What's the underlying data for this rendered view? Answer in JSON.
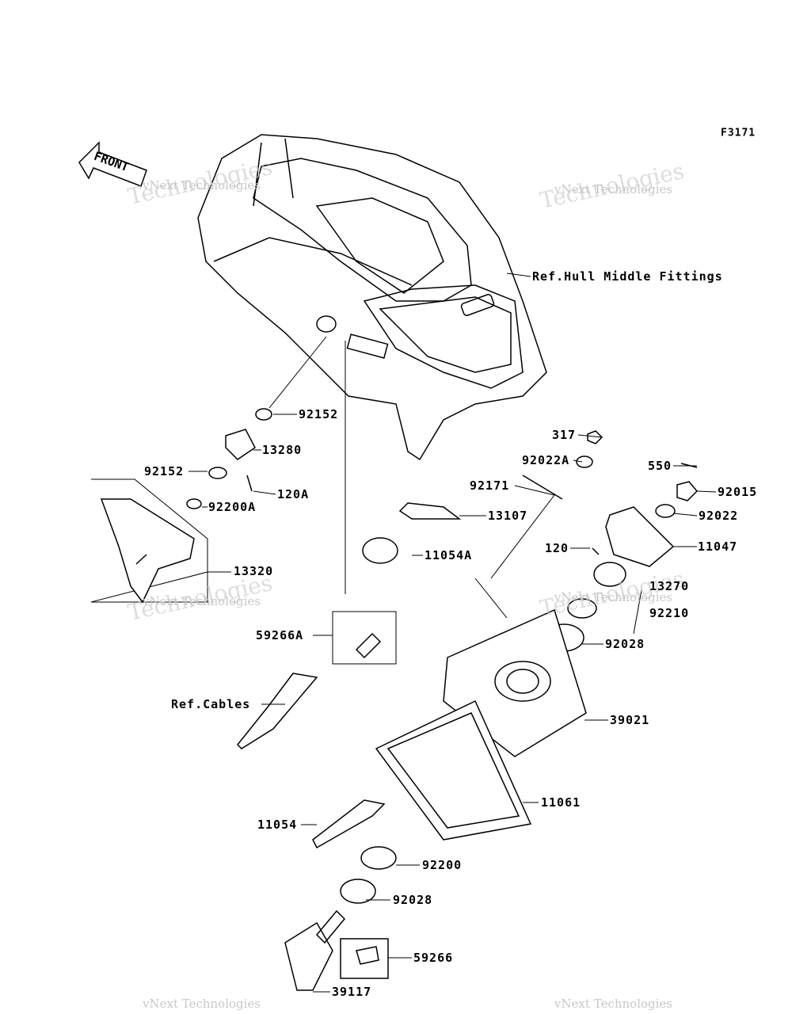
{
  "figure_id": "F3171",
  "front_label": "FRONT",
  "watermark": {
    "line1": "vNext",
    "line2": "Technologies",
    "small": "vNext Technologies"
  },
  "labels": {
    "ref_hull": "Ref.Hull Middle Fittings",
    "p92152a": "92152",
    "p13280": "13280",
    "p92152b": "92152",
    "p120a": "120A",
    "p92200a": "92200A",
    "p13320": "13320",
    "p59266a": "59266A",
    "ref_cables": "Ref.Cables",
    "p11054a": "11054A",
    "p13107": "13107",
    "p317": "317",
    "p92022a": "92022A",
    "p92171": "92171",
    "p550": "550",
    "p92015": "92015",
    "p92022": "92022",
    "p11047": "11047",
    "p120": "120",
    "p13270": "13270",
    "p92210": "92210",
    "p92028a": "92028",
    "p39021": "39021",
    "p11061": "11061",
    "p11054": "11054",
    "p92200": "92200",
    "p92028b": "92028",
    "p59266": "59266",
    "p39117": "39117"
  }
}
